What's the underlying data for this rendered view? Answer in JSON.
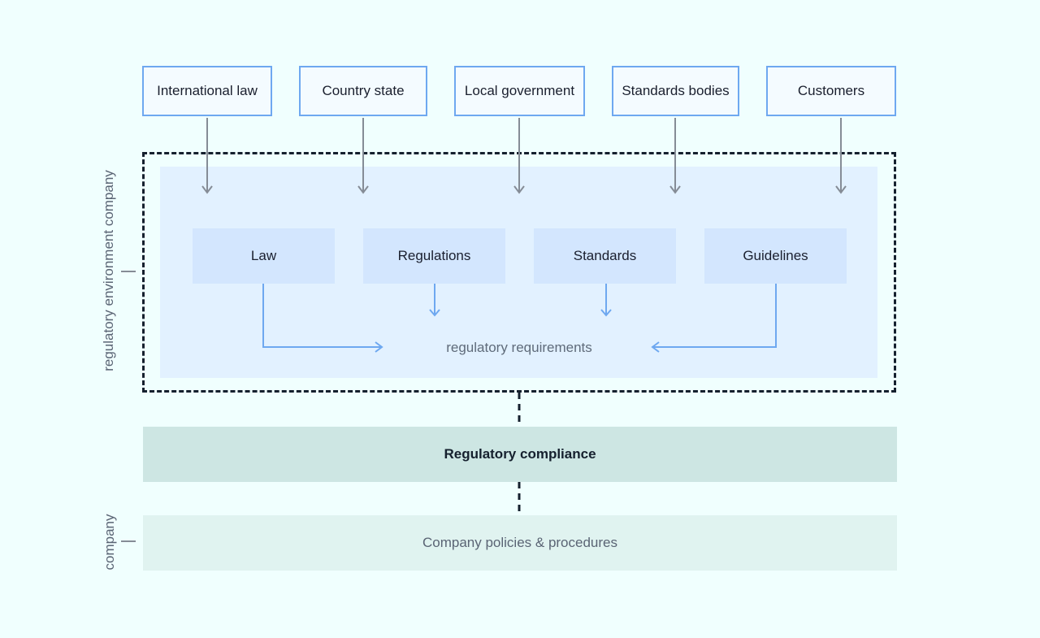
{
  "sources": [
    {
      "label": "International law"
    },
    {
      "label": "Country state"
    },
    {
      "label": "Local government"
    },
    {
      "label": "Standards bodies"
    },
    {
      "label": "Customers"
    }
  ],
  "categories": [
    {
      "label": "Law"
    },
    {
      "label": "Regulations"
    },
    {
      "label": "Standards"
    },
    {
      "label": "Guidelines"
    }
  ],
  "requirements_label": "regulatory requirements",
  "compliance_label": "Regulatory compliance",
  "policies_label": "Company policies & procedures",
  "side_labels": {
    "environment": "regulatory environment company",
    "company": "company"
  },
  "colors": {
    "background": "#f0fffe",
    "source_border": "#6ea8f0",
    "arrow_gray": "#858c96",
    "arrow_blue": "#6ea8f0",
    "env_panel": "#e2f1ff",
    "category_box": "#d3e6fe",
    "compliance_band": "#cde6e3",
    "policies_band": "#e0f3f0"
  }
}
